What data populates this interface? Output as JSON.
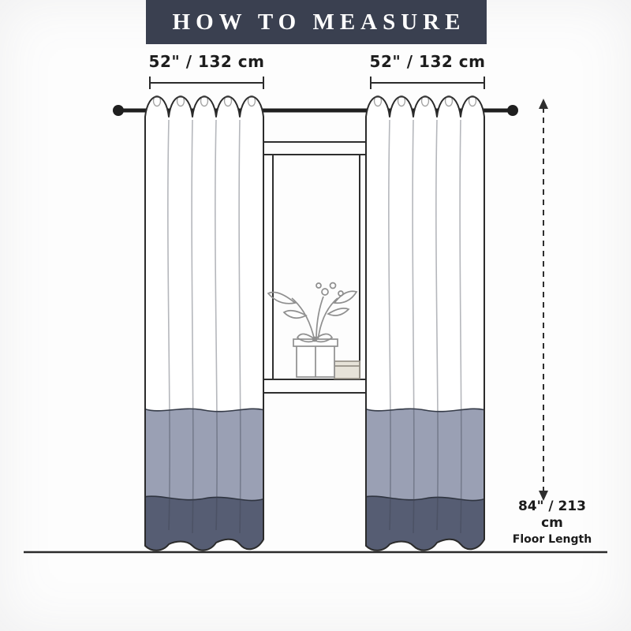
{
  "title": "HOW TO MEASURE",
  "measurements": {
    "panel_width_left": "52\" / 132 cm",
    "panel_width_right": "52\" / 132 cm",
    "length_value": "84\" / 213 cm",
    "length_label": "Floor Length"
  },
  "colors": {
    "banner_bg": "#3a4050",
    "banner_text": "#ffffff",
    "curtain_base": "#ffffff",
    "curtain_band_mid": "#9aa0b4",
    "curtain_band_dark": "#565d73",
    "outline": "#2b2b2b"
  },
  "scene": {
    "items": [
      "curtain-rod",
      "curtain-panel-left",
      "curtain-panel-right",
      "window-frame",
      "plant-and-gift-decor",
      "floor-line",
      "height-dimension-line"
    ]
  }
}
